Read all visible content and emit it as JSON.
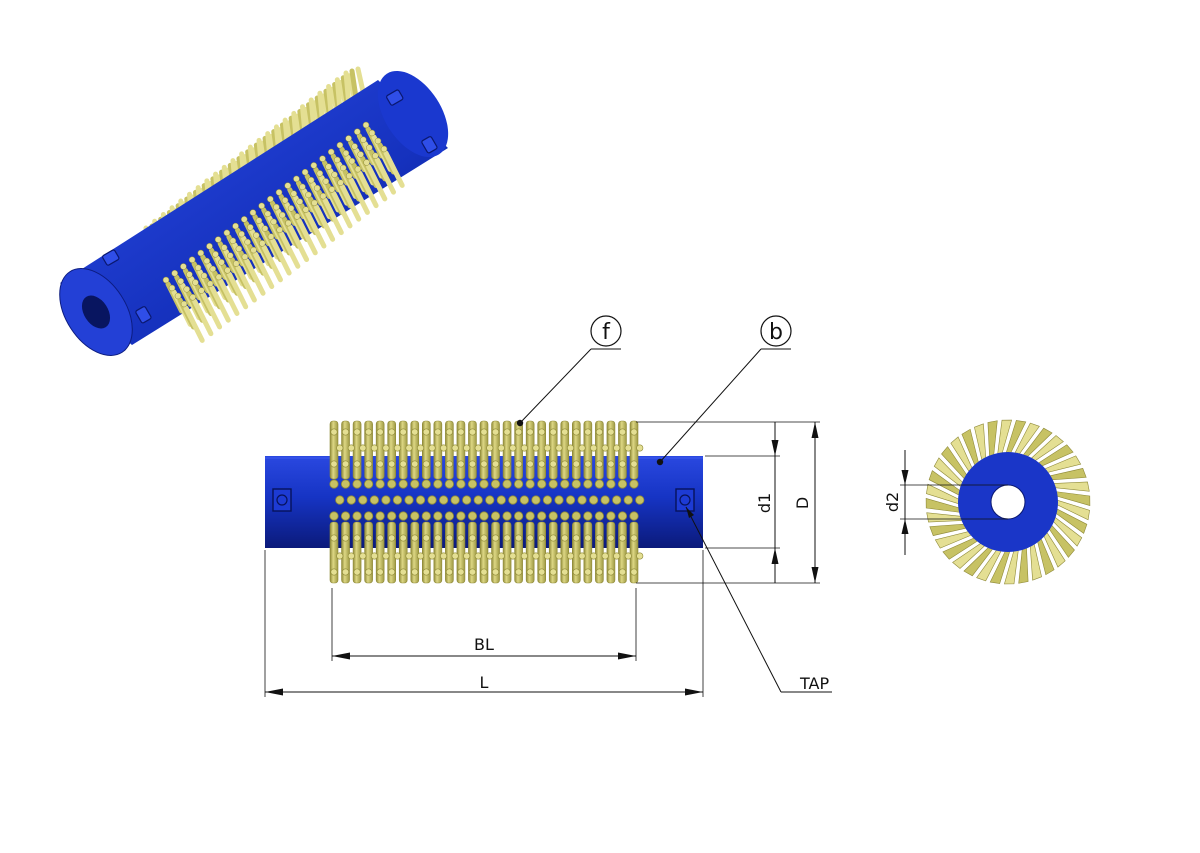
{
  "labels": {
    "bristle_callout": "f",
    "body_callout": "b",
    "brush_length": "BL",
    "total_length": "L",
    "tap": "TAP",
    "core_diameter": "d1",
    "outer_diameter": "D",
    "bore_diameter": "d2"
  },
  "colors": {
    "core": "#1530b8",
    "core_dark": "#0d1f85",
    "bristle": "#c7c264",
    "bristle_dark": "#8f8a38",
    "bristle_light": "#e4df93",
    "line": "#111111"
  }
}
